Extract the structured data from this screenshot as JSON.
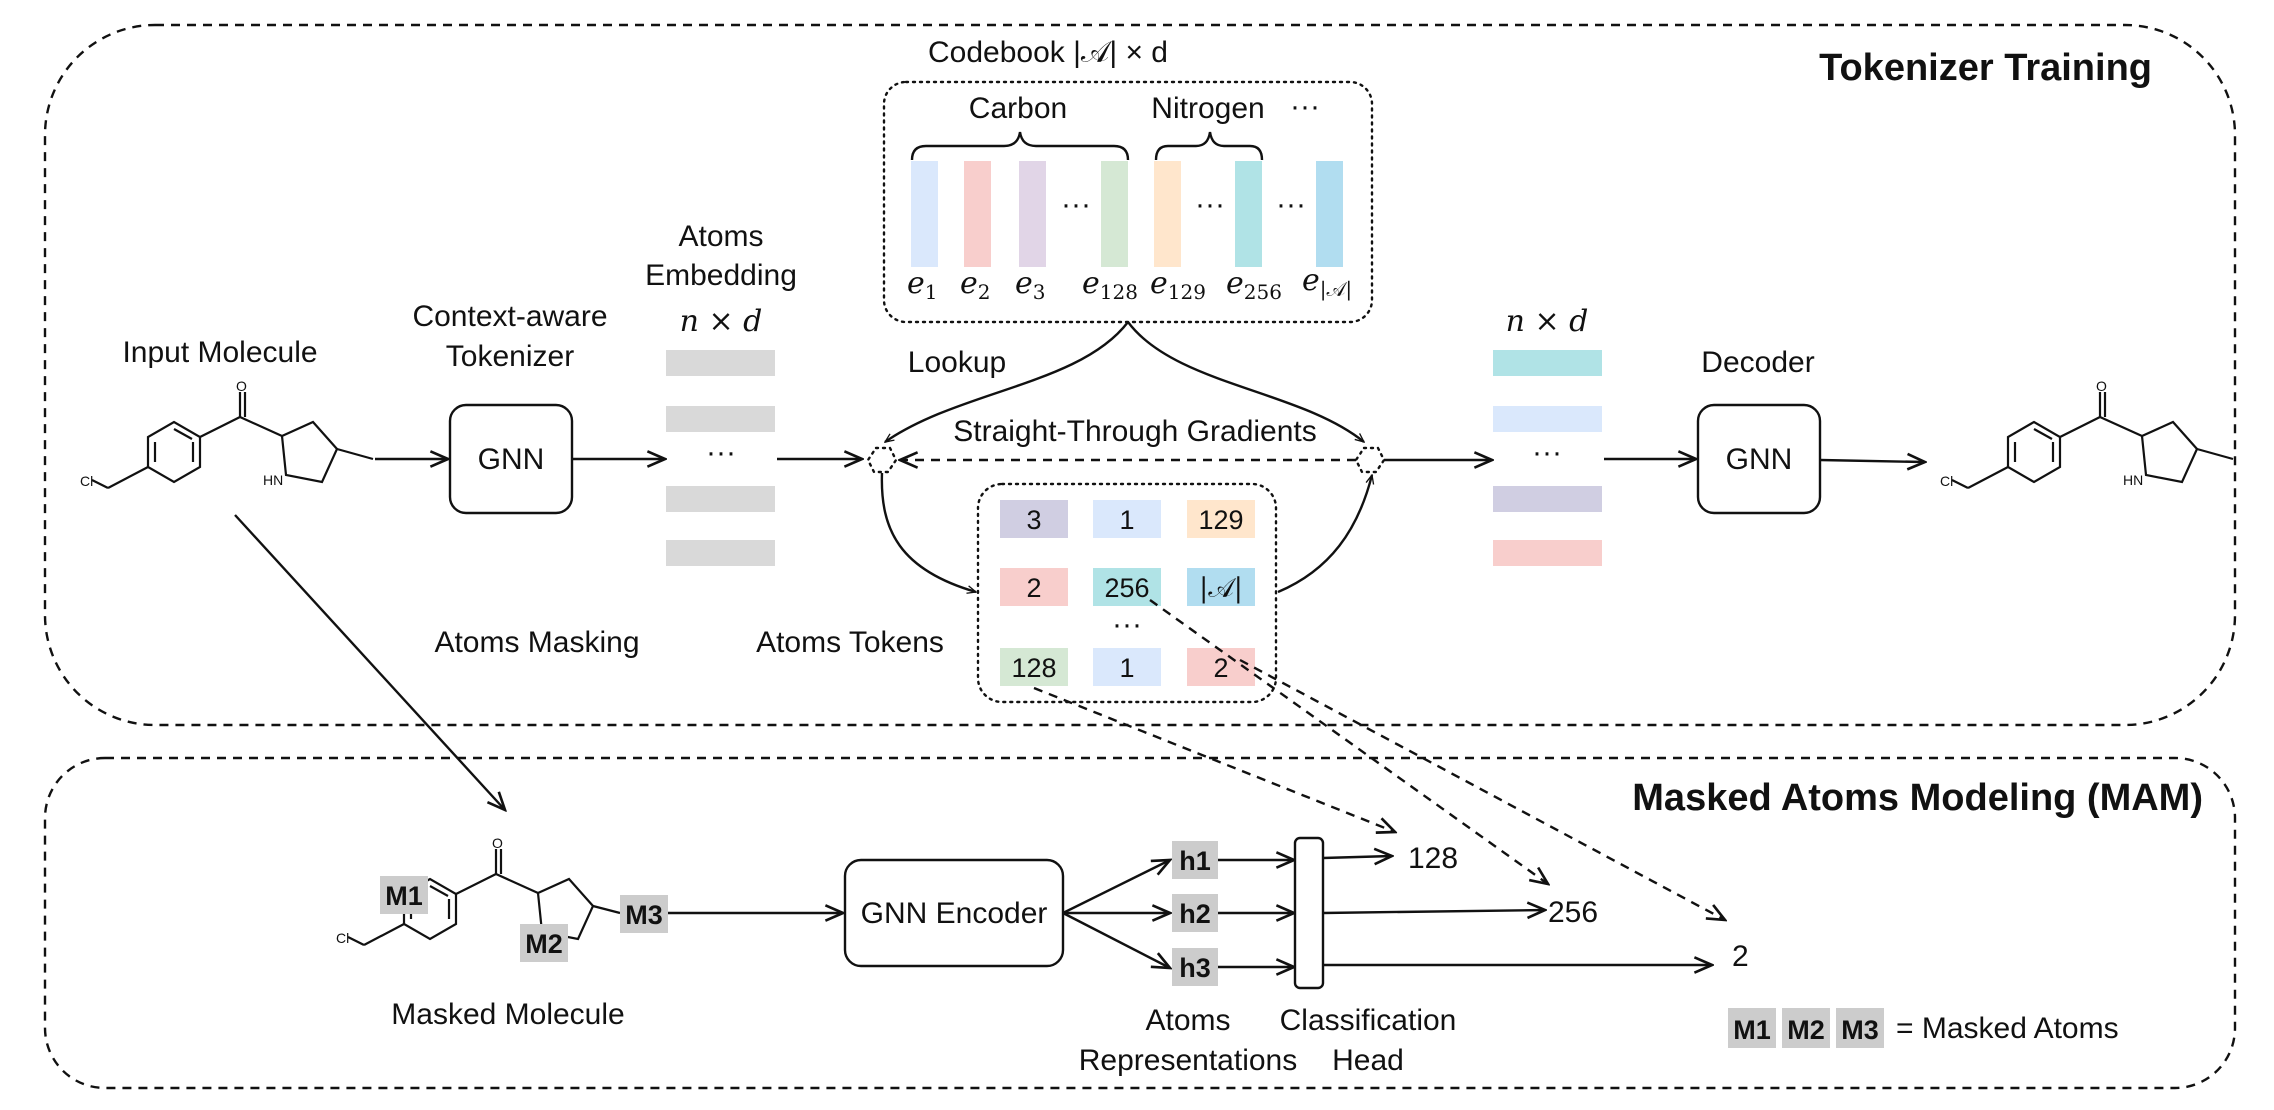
{
  "sections": {
    "tokenizer_title": "Tokenizer Training",
    "mam_title": "Masked Atoms Modeling (MAM)"
  },
  "labels": {
    "input_molecule": "Input Molecule",
    "context_aware_1": "Context-aware",
    "context_aware_2": "Tokenizer",
    "gnn": "GNN",
    "atoms_embedding_1": "Atoms",
    "atoms_embedding_2": "Embedding",
    "n_times_d": "n × d",
    "ellipsis": "···",
    "lookup": "Lookup",
    "straight_through": "Straight-Through Gradients",
    "decoder": "Decoder",
    "atoms_masking": "Atoms Masking",
    "atoms_tokens": "Atoms Tokens",
    "masked_molecule": "Masked Molecule",
    "gnn_encoder": "GNN Encoder",
    "atoms_repr_1": "Atoms",
    "atoms_repr_2": "Representations",
    "class_head_1": "Classification",
    "class_head_2": "Head",
    "masked_atoms_legend": "= Masked Atoms"
  },
  "codebook": {
    "title_prefix": "Codebook |",
    "title_suffix": "| × d",
    "title_A": "𝒜",
    "group_carbon": "Carbon",
    "group_nitrogen": "Nitrogen",
    "group_more": "···",
    "entries": [
      {
        "base": "e",
        "sub": "1",
        "color": "#dae8fc"
      },
      {
        "base": "e",
        "sub": "2",
        "color": "#f8cecc"
      },
      {
        "base": "e",
        "sub": "3",
        "color": "#e1d5e7"
      },
      {
        "base": "e",
        "sub": "128",
        "color": "#d5e8d4"
      },
      {
        "base": "e",
        "sub": "129",
        "color": "#ffe6cc"
      },
      {
        "base": "e",
        "sub": "256",
        "color": "#b0e3e6"
      },
      {
        "base": "e",
        "sub": "|𝒜|",
        "color": "#b1ddf0"
      }
    ]
  },
  "tokens": {
    "row1": [
      "3",
      "1",
      "129"
    ],
    "row2": [
      "2",
      "256",
      "|𝒜|"
    ],
    "row3": [
      "128",
      "1",
      "2"
    ],
    "ellipsis": "···"
  },
  "mam": {
    "masks": [
      "M1",
      "M2",
      "M3"
    ],
    "reps": [
      "h1",
      "h2",
      "h3"
    ],
    "predictions": [
      "128",
      "256",
      "2"
    ]
  },
  "molecule": {
    "oxygen": "O",
    "nh": "HN",
    "cl": "Cl"
  },
  "colors": {
    "embedding_gray": "#d9d9d9",
    "mask_gray": "#cccccc",
    "dec_1": "#b0e3e6",
    "dec_2": "#dae8fc",
    "dec_3": "#d0cee2",
    "dec_4": "#f8cecc"
  }
}
